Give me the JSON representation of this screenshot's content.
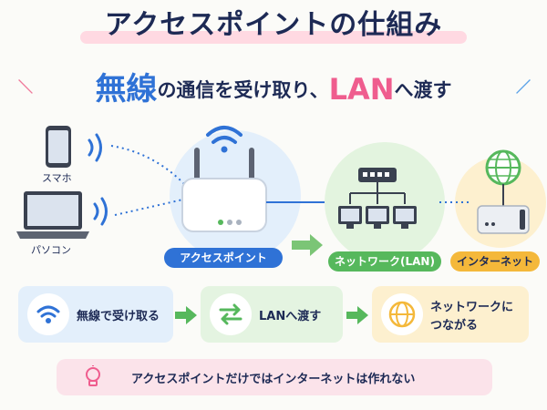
{
  "title": "アクセスポイントの仕組み",
  "subtitle": {
    "part1": "無線",
    "part2": "の通信を受け取り、",
    "part3": "LAN",
    "part4": "へ渡す"
  },
  "devices": {
    "phone": "スマホ",
    "pc": "パソコン"
  },
  "labels": {
    "access_point": "アクセスポイント",
    "network": "ネットワーク(LAN)",
    "internet": "インターネット"
  },
  "steps": [
    {
      "text": "無線で受け取る"
    },
    {
      "text": "LANへ渡す"
    },
    {
      "line1": "ネットワークに",
      "line2": "つながる"
    }
  ],
  "tip": "アクセスポイントだけではインターネットは作れない",
  "colors": {
    "blue": "#2f72d6",
    "green": "#56b85c",
    "yellow": "#f4b83a",
    "pink": "#ef5d8e",
    "navy": "#1d2a55"
  }
}
